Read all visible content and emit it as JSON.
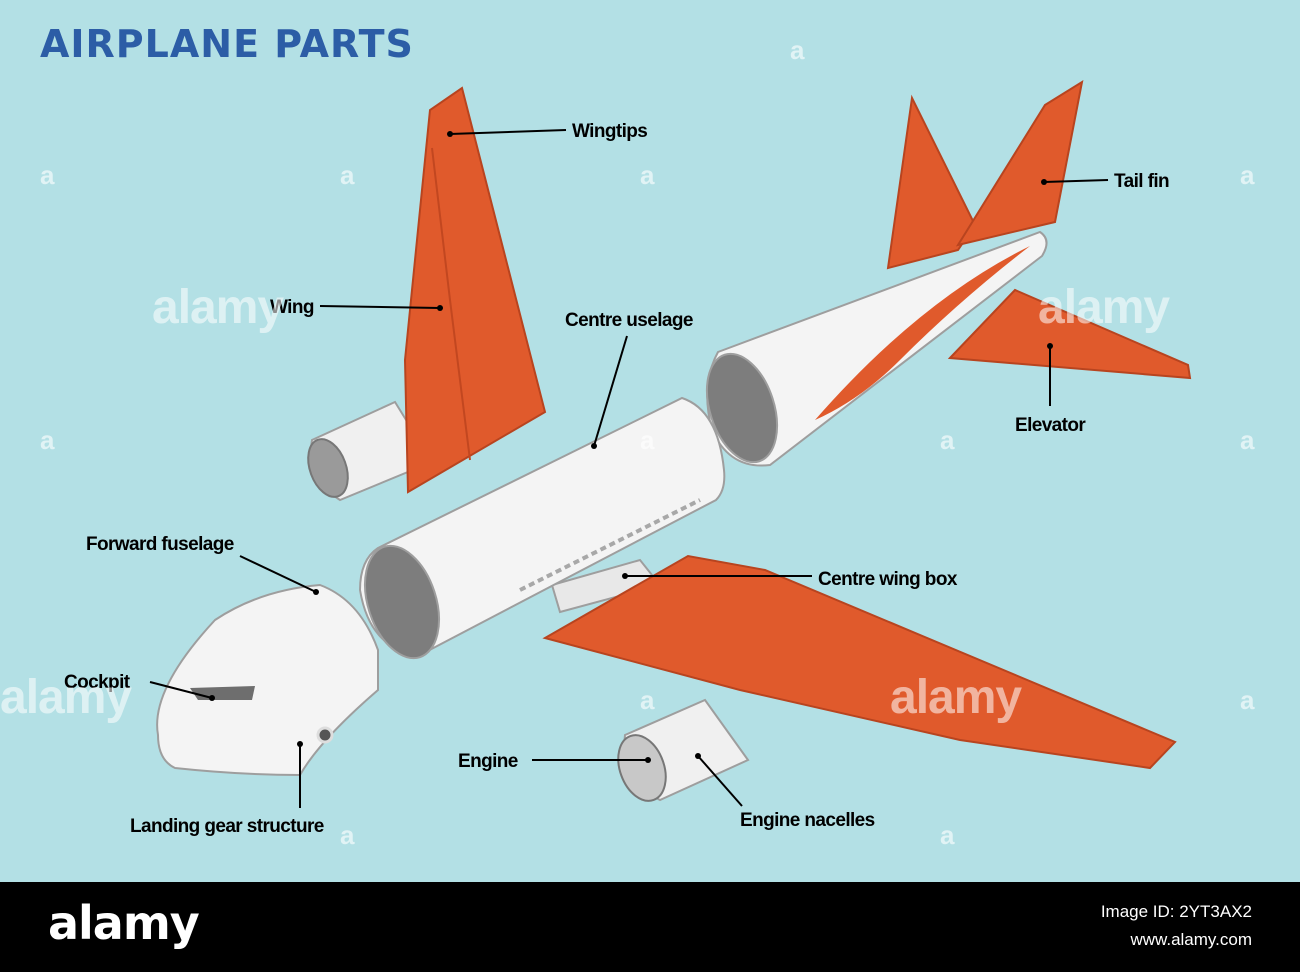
{
  "title": "AIRPLANE PARTS",
  "labels": {
    "wingtips": "Wingtips",
    "tail_fin": "Tail fin",
    "wing": "Wing",
    "centre_fuselage": "Centre uselage",
    "elevator": "Elevator",
    "forward_fuselage": "Forward fuselage",
    "centre_wing_box": "Centre wing box",
    "cockpit": "Cockpit",
    "engine": "Engine",
    "engine_nacelles": "Engine nacelles",
    "landing_gear": "Landing gear structure"
  },
  "watermark": {
    "text": "alamy",
    "glyph": "a"
  },
  "footer": {
    "brand": "alamy",
    "image_id": "Image ID: 2YT3AX2",
    "site": "www.alamy.com"
  },
  "colors": {
    "background": "#b3e0e5",
    "title": "#2c5da6",
    "wing_orange": "#e05a2c",
    "fuselage_white": "#f4f4f4",
    "footer": "#000000"
  }
}
